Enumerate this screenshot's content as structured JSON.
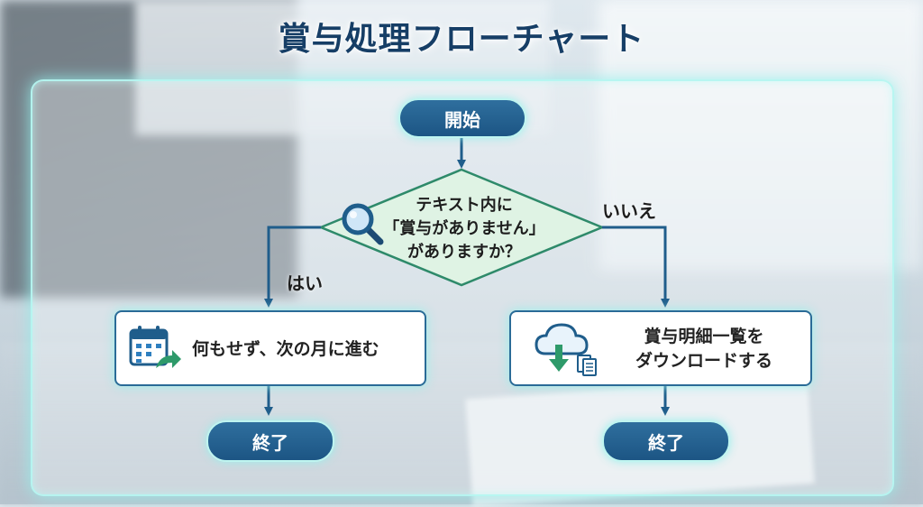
{
  "title": "賞与処理フローチャート",
  "nodes": {
    "start": "開始",
    "decision": {
      "line1": "テキスト内に",
      "line2": "「賞与がありません」",
      "line3": "がありますか？"
    },
    "yes_action": "何もせず、次の月に進む",
    "no_action": {
      "line1": "賞与明細一覧を",
      "line2": "ダウンロードする"
    },
    "end_left": "終了",
    "end_right": "終了"
  },
  "edges": {
    "yes_label": "はい",
    "no_label": "いいえ"
  },
  "icons": {
    "search": "magnifier-icon",
    "calendar": "calendar-forward-icon",
    "download": "cloud-download-icon"
  },
  "colors": {
    "primary": "#1f5d8b",
    "title": "#163e66",
    "diamond_fill": "#dff3e4",
    "diamond_stroke": "#2e8a6a",
    "glow": "#bff5f0"
  }
}
